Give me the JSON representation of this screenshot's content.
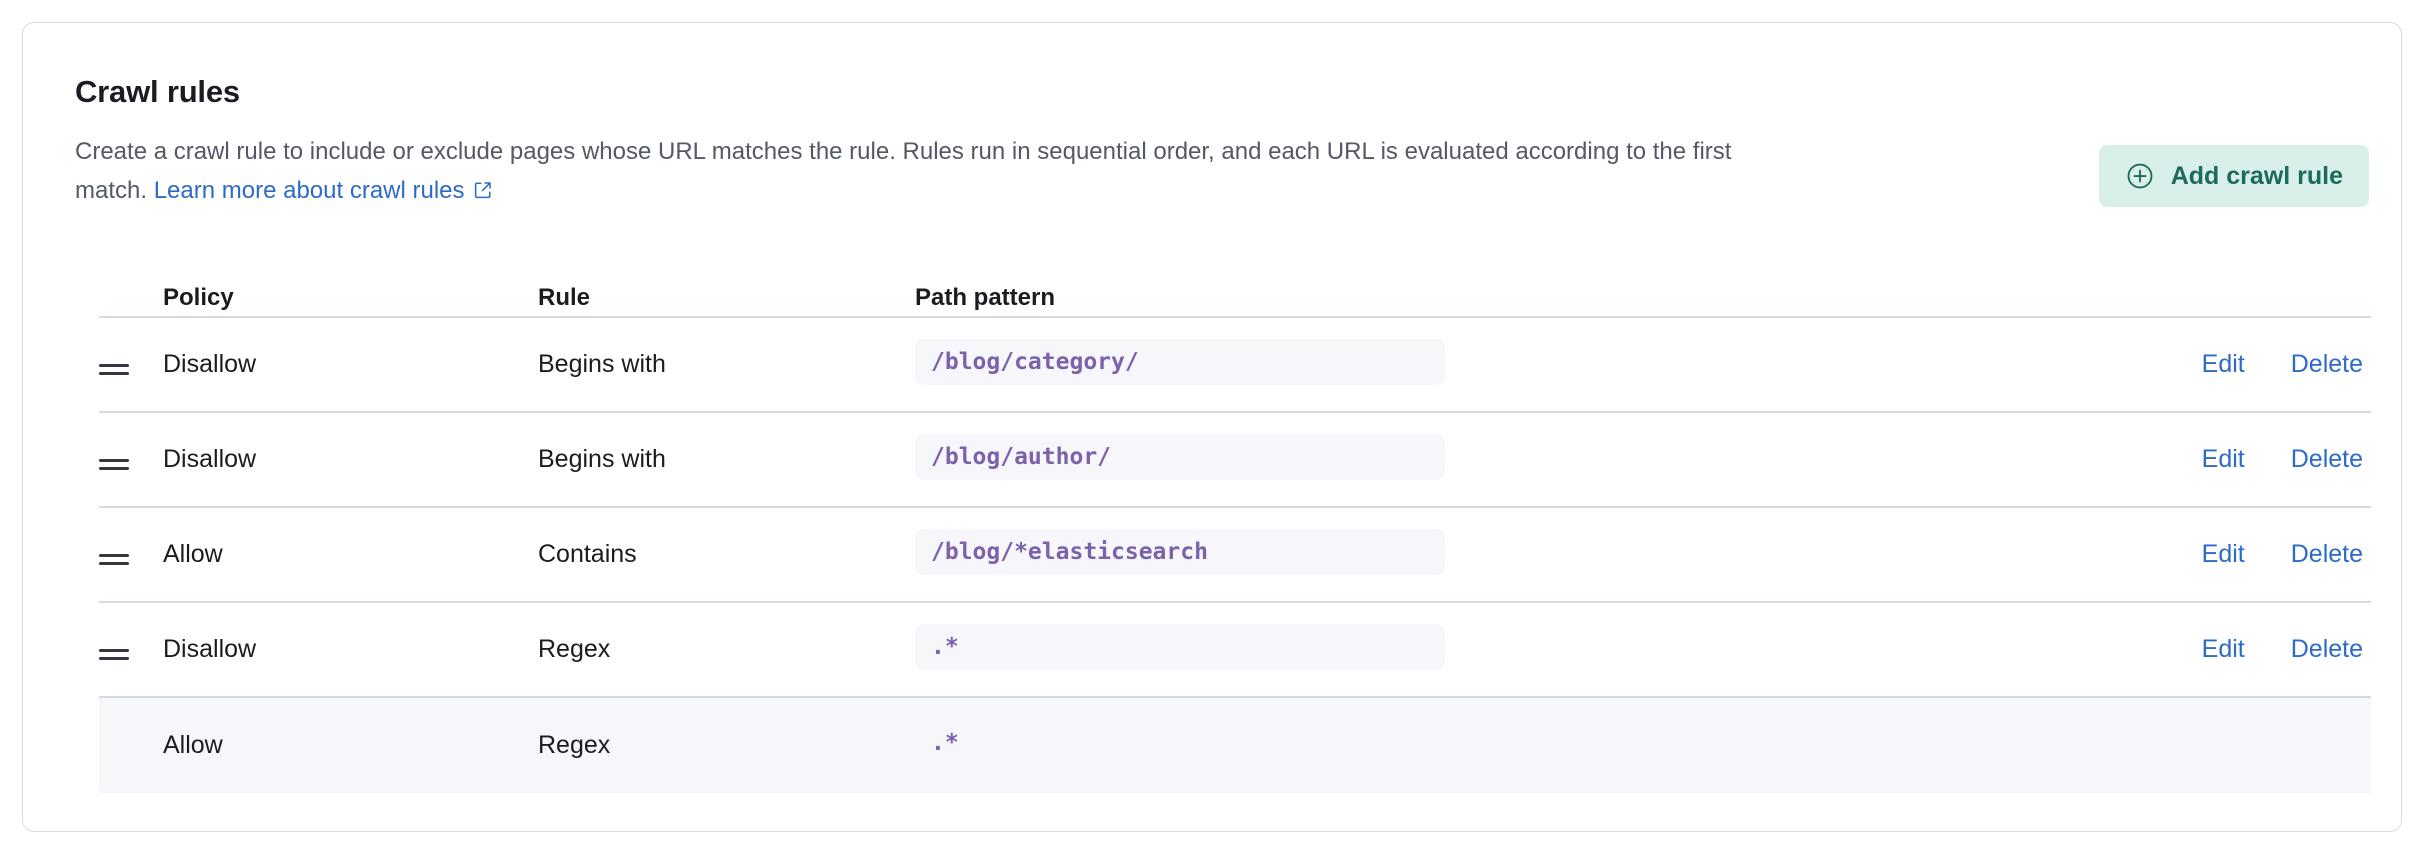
{
  "card": {
    "title": "Crawl rules",
    "description_prefix": "Create a crawl rule to include or exclude pages whose URL matches the rule. Rules run in sequential order, and each URL is evaluated according to the first match. ",
    "learn_more_label": "Learn more about crawl rules",
    "learn_more_icon": "external-link-icon",
    "add_button": {
      "label": "Add crawl rule",
      "icon": "plus-in-circle-icon",
      "bg_color": "#d9f0ea",
      "text_color": "#1d6b5c"
    }
  },
  "table": {
    "headers": {
      "policy": "Policy",
      "rule": "Rule",
      "path_pattern": "Path pattern"
    },
    "actions": {
      "edit_label": "Edit",
      "delete_label": "Delete"
    },
    "rows": [
      {
        "policy": "Disallow",
        "rule": "Begins with",
        "path_pattern": "/blog/category/",
        "draggable": true,
        "has_actions": true,
        "highlighted": false
      },
      {
        "policy": "Disallow",
        "rule": "Begins with",
        "path_pattern": "/blog/author/",
        "draggable": true,
        "has_actions": true,
        "highlighted": false
      },
      {
        "policy": "Allow",
        "rule": "Contains",
        "path_pattern": "/blog/*elasticsearch",
        "draggable": true,
        "has_actions": true,
        "highlighted": false
      },
      {
        "policy": "Disallow",
        "rule": "Regex",
        "path_pattern": ".*",
        "draggable": true,
        "has_actions": true,
        "highlighted": false
      },
      {
        "policy": "Allow",
        "rule": "Regex",
        "path_pattern": ".*",
        "draggable": false,
        "has_actions": false,
        "highlighted": true
      }
    ]
  },
  "colors": {
    "link": "#2e6bc6",
    "code_text": "#7d61ab",
    "code_bg": "#f5f7fa",
    "row_highlight": "#f5f7fb",
    "border": "#d3dae6"
  }
}
